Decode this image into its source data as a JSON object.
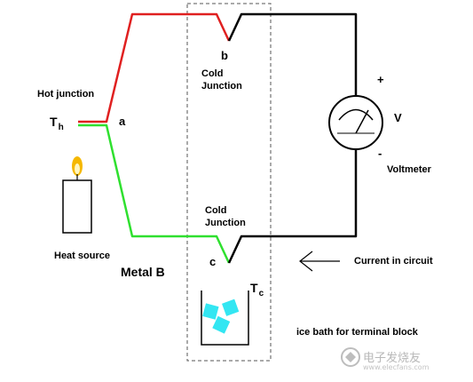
{
  "labels": {
    "hot_junction": "Hot junction",
    "th_main": "T",
    "th_sub": "h",
    "a": "a",
    "b": "b",
    "c": "c",
    "cold_junction_top_1": "Cold",
    "cold_junction_top_2": "Junction",
    "cold_junction_bottom_1": "Cold",
    "cold_junction_bottom_2": "Junction",
    "plus": "+",
    "minus": "-",
    "v": "V",
    "voltmeter": "Voltmeter",
    "heat_source": "Heat source",
    "metal_b": "Metal B",
    "current": "Current in circuit",
    "tc_main": "T",
    "tc_sub": "c",
    "ice_bath": "ice bath for terminal block"
  },
  "watermark": {
    "text": "电子发烧友",
    "url": "www.elecfans.com"
  },
  "colors": {
    "metal_a": "#e02020",
    "metal_b": "#2fe02f",
    "copper_lead": "#000000",
    "ice": "#33e6f2",
    "flame": "#f5b800"
  },
  "icons": {
    "voltmeter": "voltmeter-meter-icon",
    "candle": "candle-icon",
    "ice_cubes": "ice-cube-icon",
    "current_arrow": "left-arrow-icon"
  }
}
